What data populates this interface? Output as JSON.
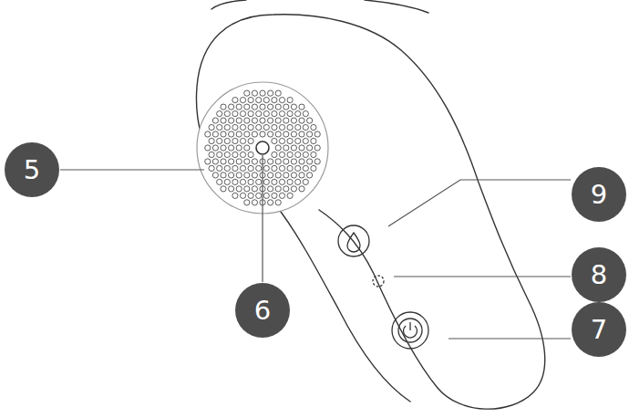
{
  "diagram": {
    "labels": [
      "5",
      "9",
      "8",
      "6",
      "7"
    ]
  }
}
